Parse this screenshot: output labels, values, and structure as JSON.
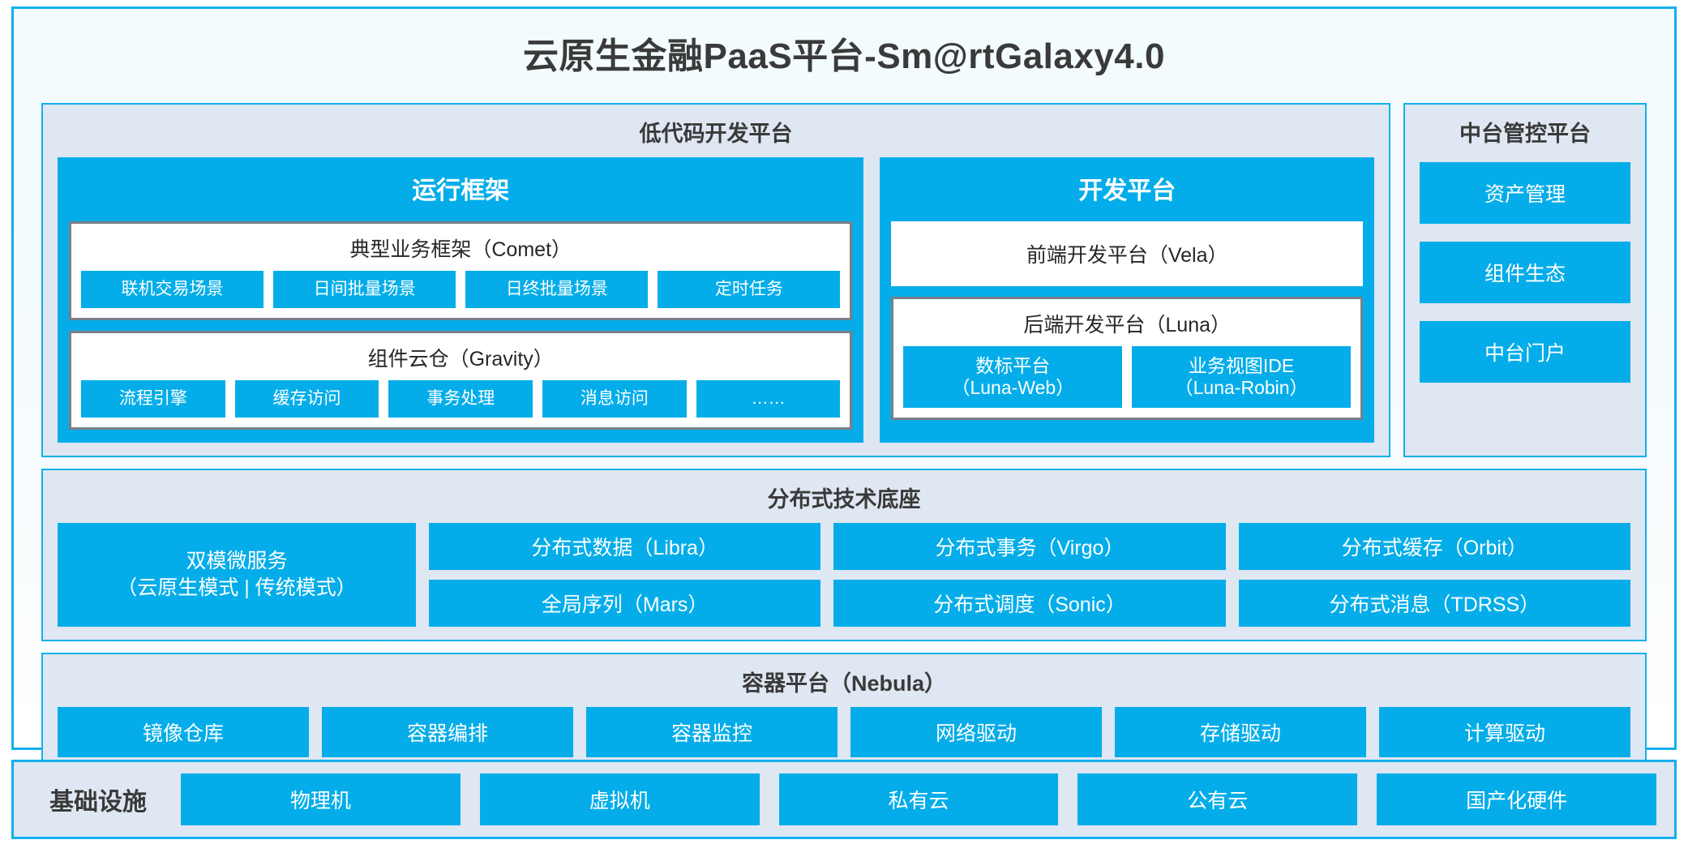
{
  "title": "云原生金融PaaS平台-Sm@rtGalaxy4.0",
  "colors": {
    "accent_blue": "#04ade9",
    "frame_border": "#12b0ec",
    "panel_bg": "#dfe7f2",
    "box_border_gray": "#7a7f87",
    "text_dark": "#3a3a3a"
  },
  "lowcode": {
    "title": "低代码开发平台",
    "runtime": {
      "title": "运行框架",
      "comet": {
        "title": "典型业务框架（Comet）",
        "tiles": [
          "联机交易场景",
          "日间批量场景",
          "日终批量场景",
          "定时任务"
        ]
      },
      "gravity": {
        "title": "组件云仓（Gravity）",
        "tiles": [
          "流程引擎",
          "缓存访问",
          "事务处理",
          "消息访问",
          "……"
        ]
      }
    },
    "devplat": {
      "title": "开发平台",
      "vela": {
        "title": "前端开发平台（Vela）"
      },
      "luna": {
        "title": "后端开发平台（Luna）",
        "tiles": [
          {
            "line1": "数标平台",
            "line2": "（Luna-Web）"
          },
          {
            "line1": "业务视图IDE",
            "line2": "（Luna-Robin）"
          }
        ]
      }
    }
  },
  "midoffice": {
    "title": "中台管控平台",
    "items": [
      "资产管理",
      "组件生态",
      "中台门户"
    ]
  },
  "distributed": {
    "title": "分布式技术底座",
    "wide": {
      "line1": "双模微服务",
      "line2": "（云原生模式 | 传统模式）"
    },
    "columns": [
      [
        "分布式数据（Libra）",
        "全局序列（Mars）"
      ],
      [
        "分布式事务（Virgo）",
        "分布式调度（Sonic）"
      ],
      [
        "分布式缓存（Orbit）",
        "分布式消息（TDRSS）"
      ]
    ]
  },
  "container": {
    "title": "容器平台（Nebula）",
    "tiles": [
      "镜像仓库",
      "容器编排",
      "容器监控",
      "网络驱动",
      "存储驱动",
      "计算驱动"
    ]
  },
  "infrastructure": {
    "label": "基础设施",
    "tiles": [
      "物理机",
      "虚拟机",
      "私有云",
      "公有云",
      "国产化硬件"
    ]
  }
}
